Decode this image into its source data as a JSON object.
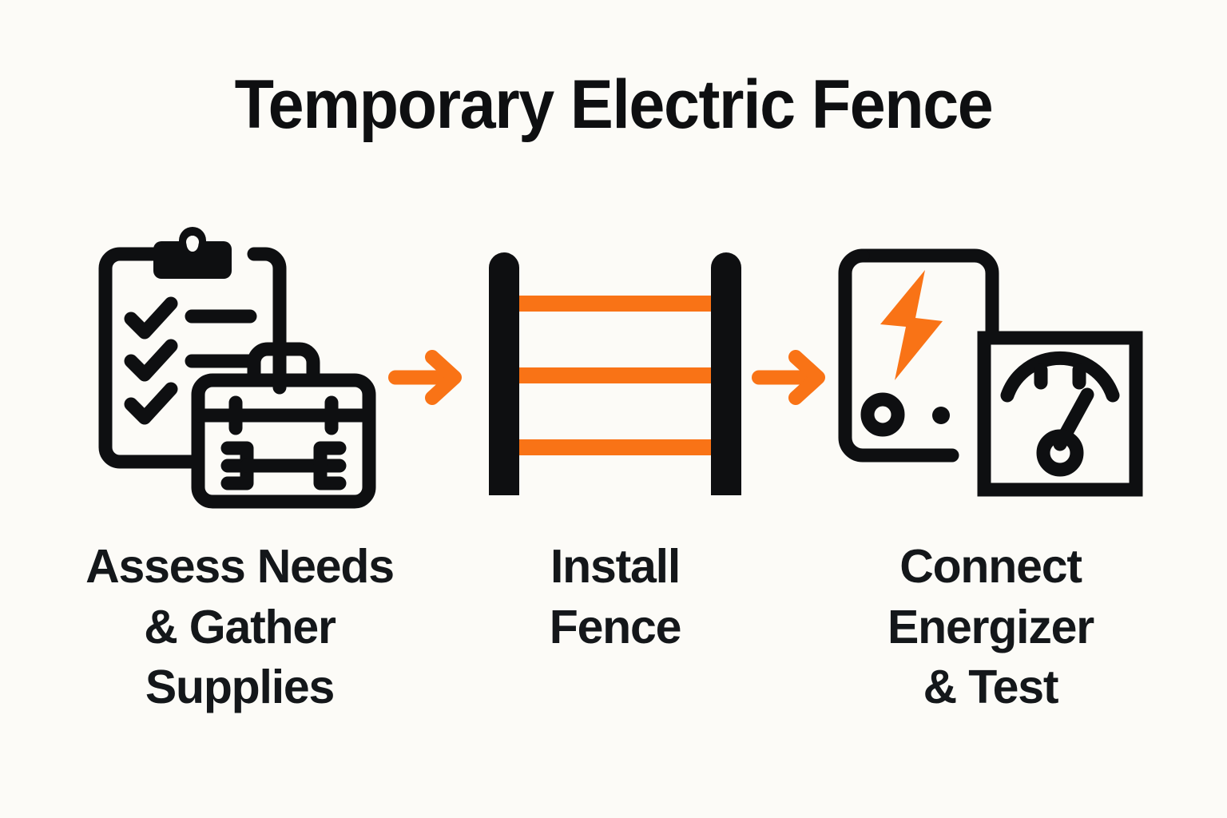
{
  "page": {
    "title": "Temporary Electric Fence",
    "background_color": "#fcfbf7",
    "ink_color": "#0e0f11",
    "accent_color": "#f97316"
  },
  "steps": [
    {
      "index": "1",
      "icon": "clipboard-checklist-and-toolbox-icon",
      "label_lines": [
        "Assess Needs",
        "& Gather",
        "Supplies"
      ],
      "label_full": "Assess Needs & Gather Supplies"
    },
    {
      "index": "2",
      "icon": "electric-fence-posts-icon",
      "label_lines": [
        "Install",
        "Fence",
        ""
      ],
      "label_full": "Install Fence"
    },
    {
      "index": "3",
      "icon": "energizer-and-tester-icon",
      "label_lines": [
        "Connect",
        "Energizer",
        "& Test"
      ],
      "label_full": "Connect Energizer & Test"
    }
  ],
  "connectors": [
    {
      "name": "arrow-step1-to-step2",
      "direction": "right",
      "color": "#f97316"
    },
    {
      "name": "arrow-step2-to-step3",
      "direction": "right",
      "color": "#f97316"
    }
  ],
  "chart_data": {
    "type": "diagram",
    "title": "Temporary Electric Fence",
    "subtype": "horizontal-process-flow",
    "step_count": 3,
    "categories": [
      "Assess Needs & Gather Supplies",
      "Install Fence",
      "Connect Energizer & Test"
    ],
    "annotations": [
      "clipboard with three checkmarks and two list lines",
      "toolbox with handle, latch line and wrench",
      "two fence posts joined by three orange wires",
      "energizer box with orange lightning bolt and two terminals",
      "square voltage tester with dial arc, ticks and needle"
    ],
    "legend": [],
    "grid": false
  }
}
